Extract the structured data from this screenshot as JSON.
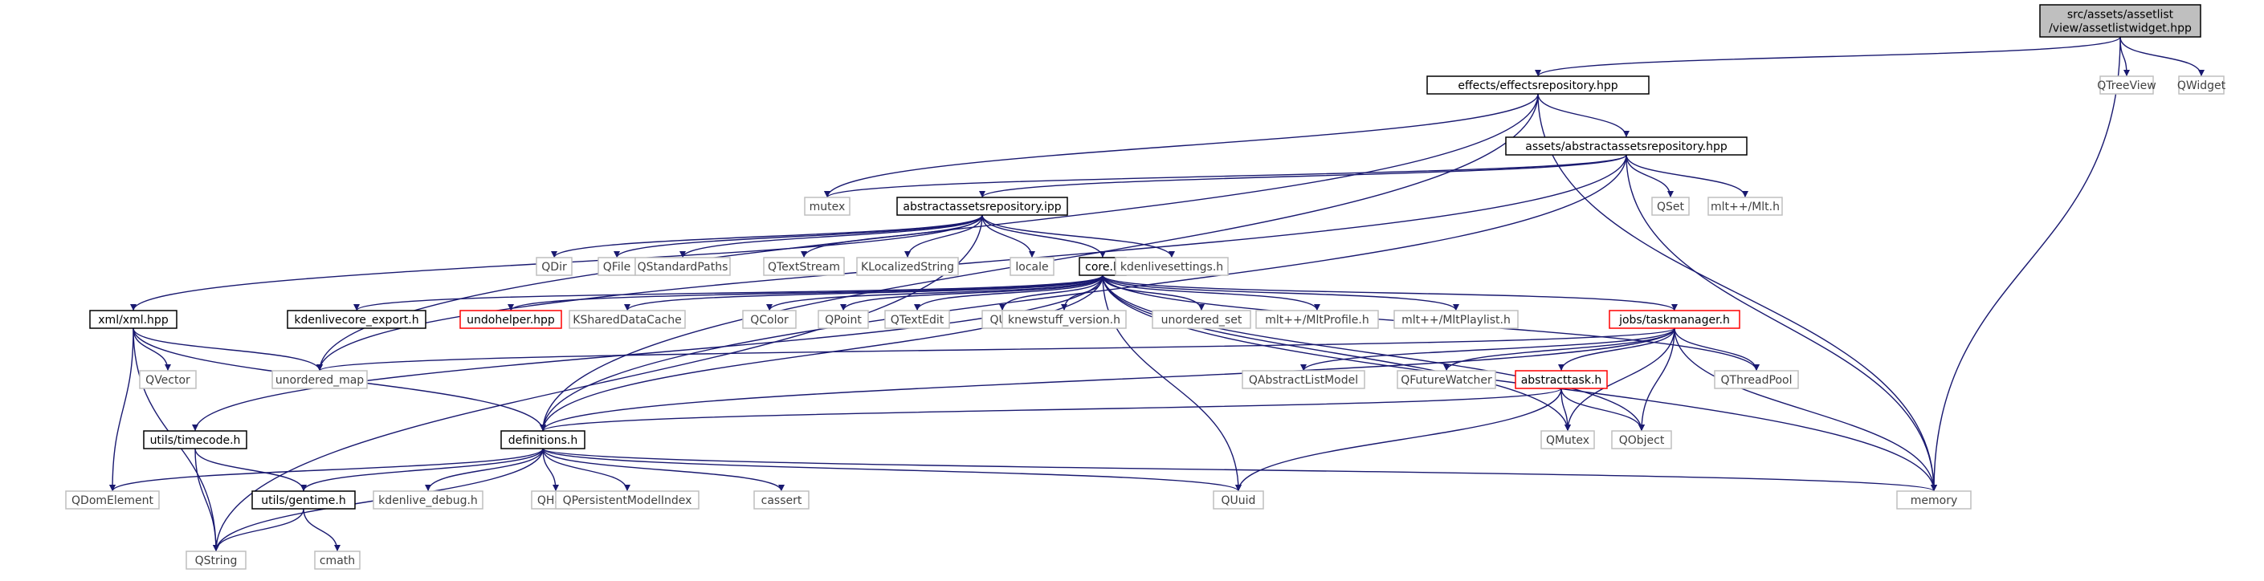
{
  "colors": {
    "edge": "#191970",
    "root_fill": "#bfbfbf",
    "normal_border": "#000000",
    "external_border": "#bfbfbf",
    "truncated_border": "#ff0000",
    "text_normal": "#000000",
    "text_external": "#404040"
  },
  "nodes": [
    {
      "id": "root",
      "lines": [
        "src/assets/assetlist",
        "/view/assetlistwidget.hpp"
      ],
      "style": "root"
    },
    {
      "id": "effects",
      "lines": [
        "effects/effectsrepository.hpp"
      ],
      "style": "normal"
    },
    {
      "id": "qtreeview",
      "lines": [
        "QTreeView"
      ],
      "style": "external"
    },
    {
      "id": "qwidget",
      "lines": [
        "QWidget"
      ],
      "style": "external"
    },
    {
      "id": "abstractrepo",
      "lines": [
        "assets/abstractassetsrepository.hpp"
      ],
      "style": "normal"
    },
    {
      "id": "mutex",
      "lines": [
        "mutex"
      ],
      "style": "external"
    },
    {
      "id": "abstractipp",
      "lines": [
        "abstractassetsrepository.ipp"
      ],
      "style": "normal"
    },
    {
      "id": "qset",
      "lines": [
        "QSet"
      ],
      "style": "external"
    },
    {
      "id": "mlth",
      "lines": [
        "mlt++/Mlt.h"
      ],
      "style": "external"
    },
    {
      "id": "qdir",
      "lines": [
        "QDir"
      ],
      "style": "external"
    },
    {
      "id": "qfile",
      "lines": [
        "QFile"
      ],
      "style": "external"
    },
    {
      "id": "qstandardpaths",
      "lines": [
        "QStandardPaths"
      ],
      "style": "external"
    },
    {
      "id": "qtextstream",
      "lines": [
        "QTextStream"
      ],
      "style": "external"
    },
    {
      "id": "klocalizedstring",
      "lines": [
        "KLocalizedString"
      ],
      "style": "external"
    },
    {
      "id": "locale",
      "lines": [
        "locale"
      ],
      "style": "external"
    },
    {
      "id": "core",
      "lines": [
        "core.h"
      ],
      "style": "normal"
    },
    {
      "id": "kdenlivesettings",
      "lines": [
        "kdenlivesettings.h"
      ],
      "style": "external"
    },
    {
      "id": "xml",
      "lines": [
        "xml/xml.hpp"
      ],
      "style": "normal"
    },
    {
      "id": "exporth",
      "lines": [
        "kdenlivecore_export.h"
      ],
      "style": "normal"
    },
    {
      "id": "undohelper",
      "lines": [
        "undohelper.hpp"
      ],
      "style": "truncated"
    },
    {
      "id": "ksharedcache",
      "lines": [
        "KSharedDataCache"
      ],
      "style": "external"
    },
    {
      "id": "qcolor",
      "lines": [
        "QColor"
      ],
      "style": "external"
    },
    {
      "id": "qpoint",
      "lines": [
        "QPoint"
      ],
      "style": "external"
    },
    {
      "id": "qtextedit",
      "lines": [
        "QTextEdit"
      ],
      "style": "external"
    },
    {
      "id": "qurl",
      "lines": [
        "QUrl"
      ],
      "style": "external"
    },
    {
      "id": "knewstuff",
      "lines": [
        "knewstuff_version.h"
      ],
      "style": "external"
    },
    {
      "id": "unorderedset",
      "lines": [
        "unordered_set"
      ],
      "style": "external"
    },
    {
      "id": "mltprofile",
      "lines": [
        "mlt++/MltProfile.h"
      ],
      "style": "external"
    },
    {
      "id": "mltplaylist",
      "lines": [
        "mlt++/MltPlaylist.h"
      ],
      "style": "external"
    },
    {
      "id": "taskmanager",
      "lines": [
        "jobs/taskmanager.h"
      ],
      "style": "truncated"
    },
    {
      "id": "qvector",
      "lines": [
        "QVector"
      ],
      "style": "external"
    },
    {
      "id": "unorderedmap",
      "lines": [
        "unordered_map"
      ],
      "style": "external"
    },
    {
      "id": "qabstractlistmodel",
      "lines": [
        "QAbstractListModel"
      ],
      "style": "external"
    },
    {
      "id": "qfuturewatcher",
      "lines": [
        "QFutureWatcher"
      ],
      "style": "external"
    },
    {
      "id": "abstracttask",
      "lines": [
        "abstracttask.h"
      ],
      "style": "truncated"
    },
    {
      "id": "qthreadpool",
      "lines": [
        "QThreadPool"
      ],
      "style": "external"
    },
    {
      "id": "timecode",
      "lines": [
        "utils/timecode.h"
      ],
      "style": "normal"
    },
    {
      "id": "definitions",
      "lines": [
        "definitions.h"
      ],
      "style": "normal"
    },
    {
      "id": "qmutex",
      "lines": [
        "QMutex"
      ],
      "style": "external"
    },
    {
      "id": "qobject",
      "lines": [
        "QObject"
      ],
      "style": "external"
    },
    {
      "id": "qdomelement",
      "lines": [
        "QDomElement"
      ],
      "style": "external"
    },
    {
      "id": "gentime",
      "lines": [
        "utils/gentime.h"
      ],
      "style": "normal"
    },
    {
      "id": "kdenlivedebug",
      "lines": [
        "kdenlive_debug.h"
      ],
      "style": "external"
    },
    {
      "id": "qhash",
      "lines": [
        "QHash"
      ],
      "style": "external"
    },
    {
      "id": "qpersistent",
      "lines": [
        "QPersistentModelIndex"
      ],
      "style": "external"
    },
    {
      "id": "cassert",
      "lines": [
        "cassert"
      ],
      "style": "external"
    },
    {
      "id": "quuid",
      "lines": [
        "QUuid"
      ],
      "style": "external"
    },
    {
      "id": "memory",
      "lines": [
        "memory"
      ],
      "style": "external"
    },
    {
      "id": "qstring",
      "lines": [
        "QString"
      ],
      "style": "external"
    },
    {
      "id": "cmath",
      "lines": [
        "cmath"
      ],
      "style": "external"
    }
  ],
  "edges": [
    [
      "root",
      "effects"
    ],
    [
      "root",
      "qtreeview"
    ],
    [
      "root",
      "qwidget"
    ],
    [
      "root",
      "memory"
    ],
    [
      "effects",
      "abstractrepo"
    ],
    [
      "effects",
      "mutex"
    ],
    [
      "effects",
      "unorderedmap"
    ],
    [
      "effects",
      "definitions"
    ],
    [
      "effects",
      "memory"
    ],
    [
      "abstractrepo",
      "mutex"
    ],
    [
      "abstractrepo",
      "abstractipp"
    ],
    [
      "abstractrepo",
      "qset"
    ],
    [
      "abstractrepo",
      "mlth"
    ],
    [
      "abstractrepo",
      "unorderedmap"
    ],
    [
      "abstractrepo",
      "definitions"
    ],
    [
      "abstractrepo",
      "memory"
    ],
    [
      "abstractipp",
      "qdir"
    ],
    [
      "abstractipp",
      "qfile"
    ],
    [
      "abstractipp",
      "qstandardpaths"
    ],
    [
      "abstractipp",
      "qtextstream"
    ],
    [
      "abstractipp",
      "klocalizedstring"
    ],
    [
      "abstractipp",
      "locale"
    ],
    [
      "abstractipp",
      "core"
    ],
    [
      "abstractipp",
      "kdenlivesettings"
    ],
    [
      "abstractipp",
      "xml"
    ],
    [
      "abstractipp",
      "qstring"
    ],
    [
      "core",
      "exporth"
    ],
    [
      "core",
      "undohelper"
    ],
    [
      "core",
      "ksharedcache"
    ],
    [
      "core",
      "qcolor"
    ],
    [
      "core",
      "qpoint"
    ],
    [
      "core",
      "qtextedit"
    ],
    [
      "core",
      "qurl"
    ],
    [
      "core",
      "knewstuff"
    ],
    [
      "core",
      "unorderedset"
    ],
    [
      "core",
      "mltprofile"
    ],
    [
      "core",
      "mltplaylist"
    ],
    [
      "core",
      "taskmanager"
    ],
    [
      "core",
      "timecode"
    ],
    [
      "core",
      "definitions"
    ],
    [
      "core",
      "qthreadpool"
    ],
    [
      "core",
      "qmutex"
    ],
    [
      "core",
      "qobject"
    ],
    [
      "core",
      "quuid"
    ],
    [
      "core",
      "memory"
    ],
    [
      "xml",
      "qvector"
    ],
    [
      "xml",
      "unorderedmap"
    ],
    [
      "xml",
      "definitions"
    ],
    [
      "xml",
      "qdomelement"
    ],
    [
      "xml",
      "qstring"
    ],
    [
      "taskmanager",
      "unorderedmap"
    ],
    [
      "taskmanager",
      "qabstractlistmodel"
    ],
    [
      "taskmanager",
      "qfuturewatcher"
    ],
    [
      "taskmanager",
      "abstracttask"
    ],
    [
      "taskmanager",
      "qthreadpool"
    ],
    [
      "taskmanager",
      "definitions"
    ],
    [
      "taskmanager",
      "qmutex"
    ],
    [
      "taskmanager",
      "qobject"
    ],
    [
      "taskmanager",
      "memory"
    ],
    [
      "abstracttask",
      "definitions"
    ],
    [
      "abstracttask",
      "qmutex"
    ],
    [
      "abstracttask",
      "qobject"
    ],
    [
      "abstracttask",
      "quuid"
    ],
    [
      "timecode",
      "gentime"
    ],
    [
      "timecode",
      "qstring"
    ],
    [
      "definitions",
      "gentime"
    ],
    [
      "definitions",
      "kdenlivedebug"
    ],
    [
      "definitions",
      "qhash"
    ],
    [
      "definitions",
      "qpersistent"
    ],
    [
      "definitions",
      "cassert"
    ],
    [
      "definitions",
      "quuid"
    ],
    [
      "definitions",
      "memory"
    ],
    [
      "definitions",
      "qdomelement"
    ],
    [
      "definitions",
      "qstring"
    ],
    [
      "gentime",
      "cmath"
    ],
    [
      "gentime",
      "qstring"
    ]
  ]
}
